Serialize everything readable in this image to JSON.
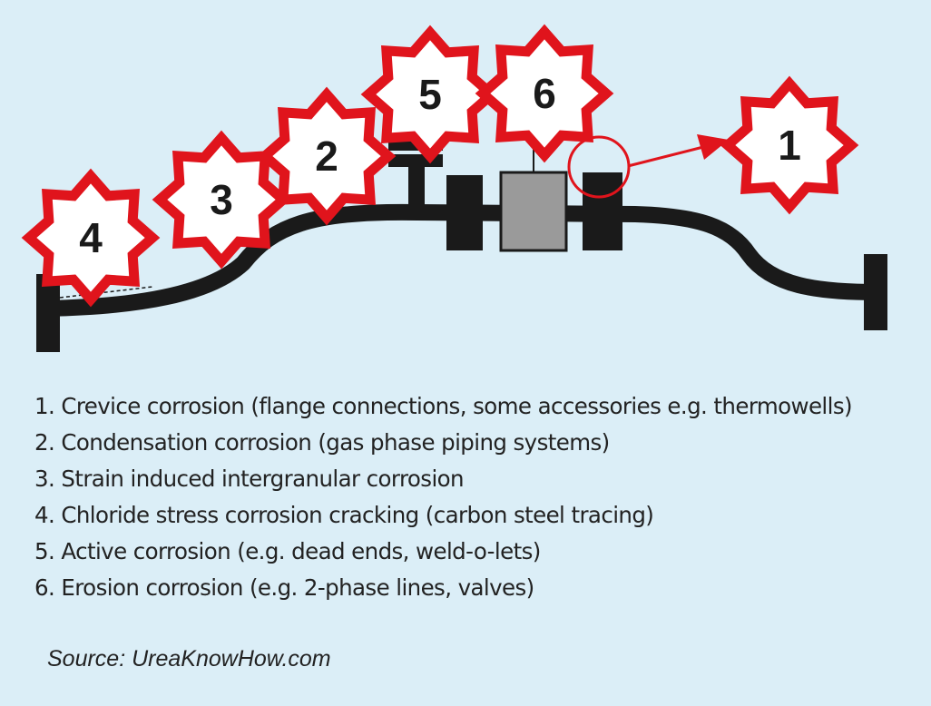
{
  "diagram": {
    "badges": [
      {
        "number": "4"
      },
      {
        "number": "3"
      },
      {
        "number": "2"
      },
      {
        "number": "5"
      },
      {
        "number": "6"
      },
      {
        "number": "1"
      }
    ],
    "colors": {
      "background": "#dbeef7",
      "pipe": "#1a1a1a",
      "badge_outline": "#e0141c",
      "badge_fill": "#ffffff",
      "valve_body": "#9a9a9a"
    }
  },
  "legend": {
    "items": [
      "1. Crevice corrosion (flange connections, some accessories e.g. thermowells)",
      "2. Condensation corrosion (gas phase piping systems)",
      "3. Strain induced intergranular corrosion",
      "4. Chloride stress corrosion cracking (carbon steel tracing)",
      "5. Active corrosion (e.g. dead ends, weld-o-lets)",
      "6. Erosion corrosion (e.g. 2-phase lines, valves)"
    ]
  },
  "source": "Source: UreaKnowHow.com"
}
